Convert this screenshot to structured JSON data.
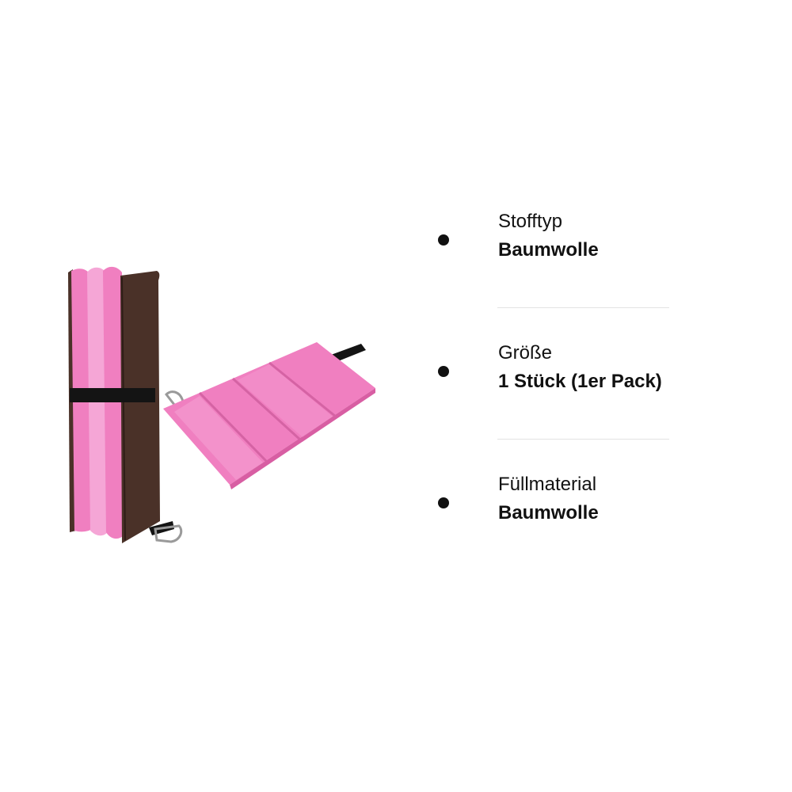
{
  "product_image": {
    "description_icon": "folding-seat-cushion-image",
    "colors": {
      "pink": "#f07fc0",
      "pink_light": "#f5a6d6",
      "brown": "#4a3128",
      "strap": "#141414"
    }
  },
  "attributes": [
    {
      "label": "Stofftyp",
      "value": "Baumwolle",
      "icon": "bullet-icon"
    },
    {
      "label": "Größe",
      "value": "1 Stück (1er Pack)",
      "icon": "bullet-icon"
    },
    {
      "label": "Füllmaterial",
      "value": "Baumwolle",
      "icon": "bullet-icon"
    }
  ]
}
